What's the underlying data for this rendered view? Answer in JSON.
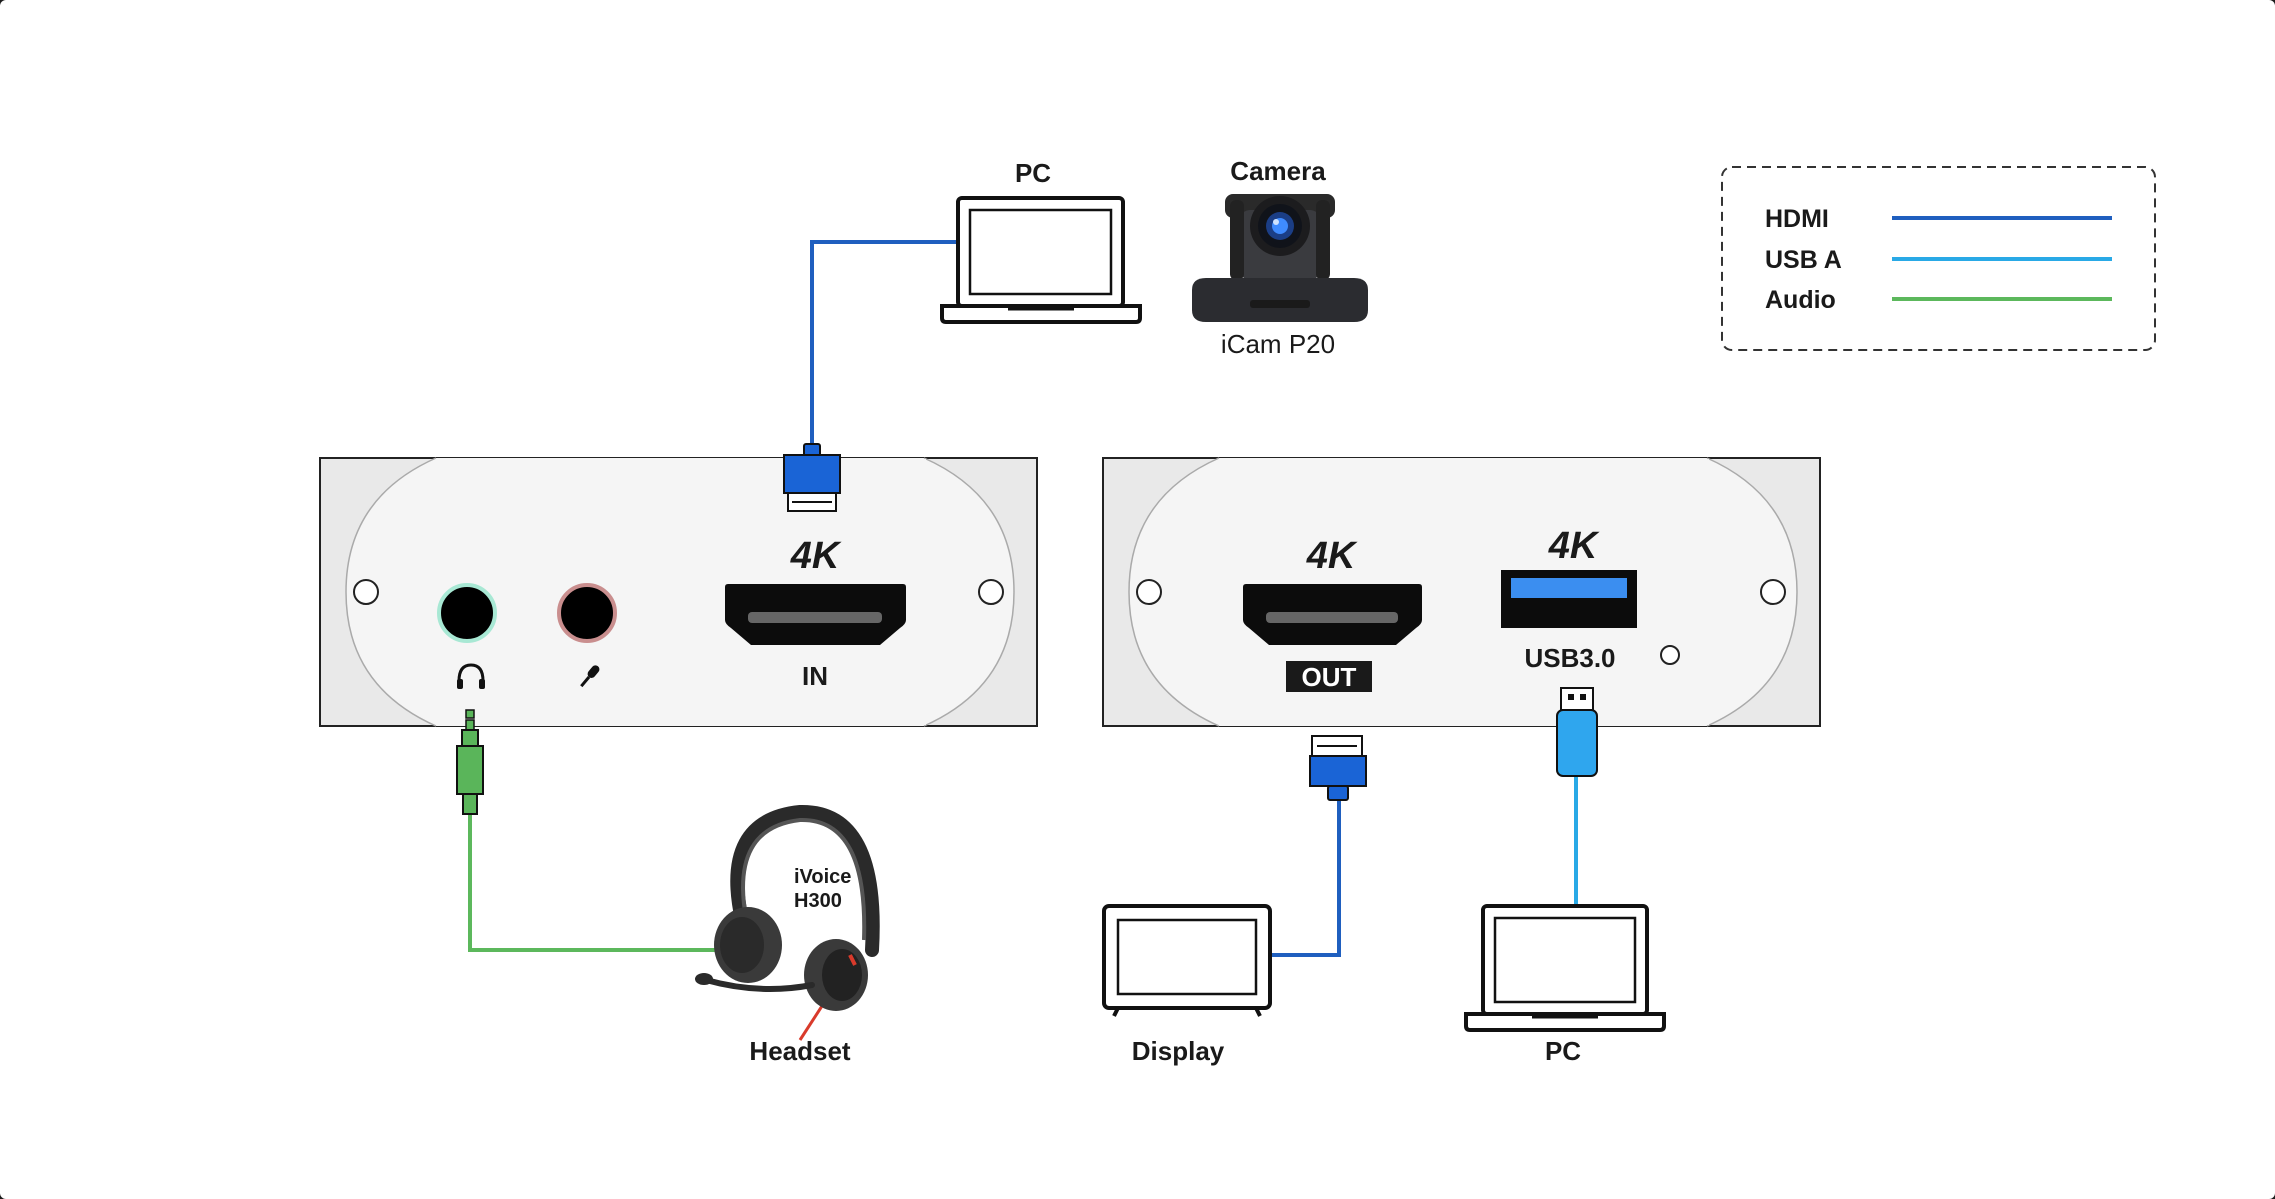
{
  "colors": {
    "hdmi": "#1f5fbf",
    "usb": "#29a9e6",
    "audio": "#5cb85c",
    "hdmi_plug": "#1a64d6",
    "usb_plug": "#2fa6ee",
    "audio_plug": "#5ab55a"
  },
  "legend": {
    "items": [
      {
        "label": "HDMI",
        "color": "#1f5fbf"
      },
      {
        "label": "USB A",
        "color": "#29a9e6"
      },
      {
        "label": "Audio",
        "color": "#5cb85c"
      }
    ]
  },
  "top": {
    "pc_label": "PC",
    "camera_label": "Camera",
    "camera_model": "iCam P20"
  },
  "left_panel": {
    "badge": "4K",
    "hdmi_label": "IN"
  },
  "right_panel": {
    "hdmi_badge": "4K",
    "hdmi_label": "OUT",
    "usb_badge": "4K",
    "usb_label": "USB3.0"
  },
  "bottom": {
    "headset_model_line1": "iVoice",
    "headset_model_line2": "H300",
    "headset_label": "Headset",
    "display_label": "Display",
    "pc_label": "PC"
  }
}
